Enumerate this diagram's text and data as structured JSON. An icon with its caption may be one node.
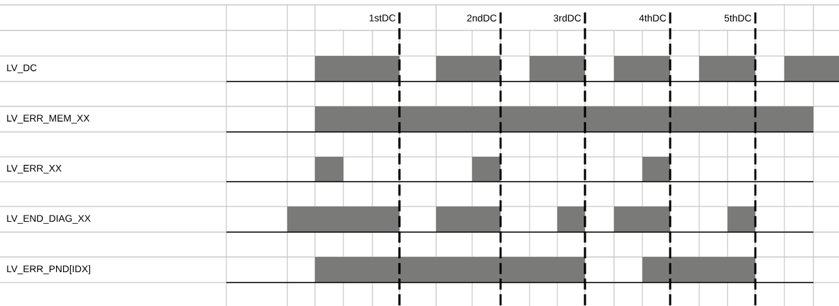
{
  "diagram": {
    "labels": [
      "1stDC",
      "2ndDC",
      "3rdDC",
      "4thDC",
      "5thDC",
      "LV_DC",
      "LV_ERR_MEM_XX",
      "LV_ERR_XX",
      "LV_END_DIAG_XX",
      "LV_ERR_PND[IDX]"
    ]
  }
}
